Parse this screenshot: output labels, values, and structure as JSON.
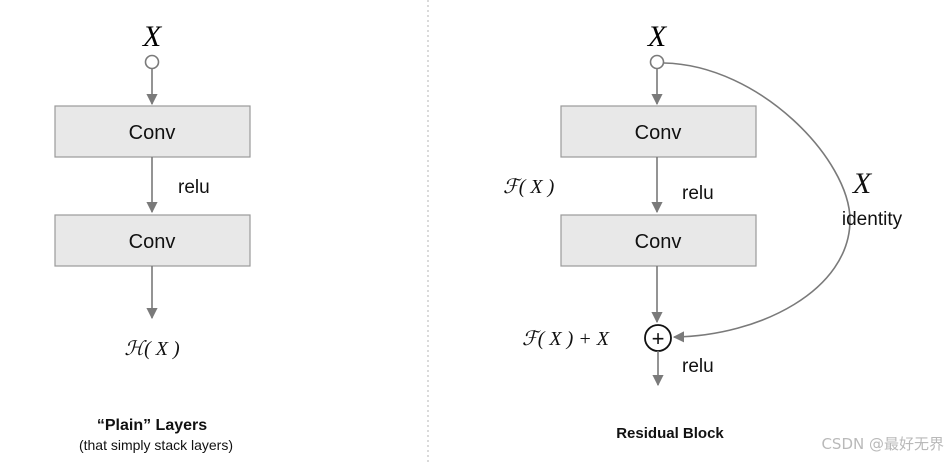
{
  "plain": {
    "input_label": "X",
    "conv1_label": "Conv",
    "activation_label": "relu",
    "conv2_label": "Conv",
    "output_label": "ℋ( X )",
    "caption_title": "“Plain” Layers",
    "caption_subtitle": "(that simply stack layers)"
  },
  "residual": {
    "input_label": "X",
    "conv1_label": "Conv",
    "activation_label": "relu",
    "conv2_label": "Conv",
    "fx_label": "ℱ( X )",
    "sum_label": "ℱ( X ) + X",
    "plus_symbol": "+",
    "post_relu_label": "relu",
    "skip_label": "X",
    "identity_label": "identity",
    "caption_title": "Residual Block"
  },
  "watermark": "CSDN @最好无界"
}
